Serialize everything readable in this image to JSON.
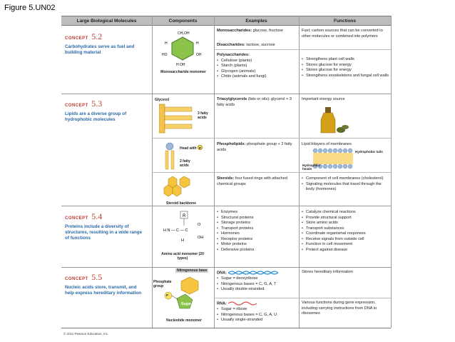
{
  "figure_label": "Figure 5.UN02",
  "headers": [
    "Large Biological Molecules",
    "Components",
    "Examples",
    "Functions"
  ],
  "concepts": [
    {
      "word": "CONCEPT",
      "num": "5.2",
      "title": "Carbohydrates serve as fuel and building material"
    },
    {
      "word": "CONCEPT",
      "num": "5.3",
      "title": "Lipids are a diverse group of hydrophobic molecules"
    },
    {
      "word": "CONCEPT",
      "num": "5.4",
      "title": "Proteins include a diversity of structures, resulting in a wide range of functions"
    },
    {
      "word": "CONCEPT",
      "num": "5.5",
      "title": "Nucleic acids store, transmit, and help express hereditary information"
    }
  ],
  "components": {
    "monosaccharide": "Monosaccharide monomer",
    "glycerol": "Glycerol",
    "fatty_acids": "3 fatty acids",
    "head": "Head with",
    "two_fatty": "2 fatty acids",
    "steroid": "Steroid backbone",
    "amino": "Amino acid monomer (20 types)",
    "nitro": "Nitrogenous base",
    "phosphate": "Phosphate group",
    "sugar": "Sugar",
    "nucleotide": "Nucleotide monomer",
    "p": "P"
  },
  "examples": {
    "mono_b": "Monosaccharides:",
    "mono": " glucose, fructose",
    "di_b": "Disaccharides:",
    "di": " lactose, sucrose",
    "poly_b": "Polysaccharides:",
    "poly": [
      "Cellulose (plants)",
      "Starch (plants)",
      "Glycogen (animals)",
      "Chitin (animals and fungi)"
    ],
    "tri_b": "Triacylglycerols",
    "tri": " (fats or oils): glycerol + 3 fatty acids",
    "phos_b": "Phospholipids:",
    "phos": " phosphate group + 2 fatty acids",
    "ster_b": "Steroids:",
    "ster": " four fused rings with attached chemical groups",
    "proteins": [
      "Enzymes",
      "Structural proteins",
      "Storage proteins",
      "Transport proteins",
      "Hormones",
      "Receptor proteins",
      "Motor proteins",
      "Defensive proteins"
    ],
    "dna_b": "DNA:",
    "dna": [
      "Sugar = deoxyribose",
      "Nitrogenous bases = C, G, A, T",
      "Usually double-stranded"
    ],
    "rna_b": "RNA:",
    "rna": [
      "Sugar = ribose",
      "Nitrogenous bases = C, G, A, U",
      "Usually single-stranded"
    ]
  },
  "functions": {
    "carb1": "Fuel; carbon sources that can be converted to other molecules or combined into polymers",
    "carb2": [
      "Strengthens plant cell walls",
      "Stores glucose for energy",
      "Stores glucose for energy",
      "Strengthens exoskeletons and fungal cell walls"
    ],
    "tri": "Important energy source",
    "phos": "Lipid bilayers of membranes",
    "hydrophobic": "Hydrophobic tails",
    "hydrophilic": "Hydrophilic heads",
    "ster": [
      "Component of cell membranes (cholesterol)",
      "Signaling molecules that travel through the body (hormones)"
    ],
    "prot": [
      "Catalyze chemical reactions",
      "Provide structural support",
      "Store amino acids",
      "Transport substances",
      "Coordinate organismal responses",
      "Receive signals from outside cell",
      "Function in cell movement",
      "Protect against disease"
    ],
    "dna": "Stores hereditary information",
    "rna": "Various functions during gene expression, including carrying instructions from DNA to ribosomes"
  },
  "copyright": "© 2011 Pearson Education, Inc."
}
